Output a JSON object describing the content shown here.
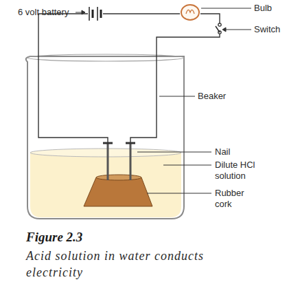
{
  "diagram": {
    "title": "Figure 2.3",
    "caption": "Acid solution in water conducts electricity",
    "labels": [
      "6 volt battery",
      "Bulb",
      "Switch",
      "Beaker",
      "Nail",
      "Dilute HCl solution",
      "Rubber cork"
    ]
  }
}
